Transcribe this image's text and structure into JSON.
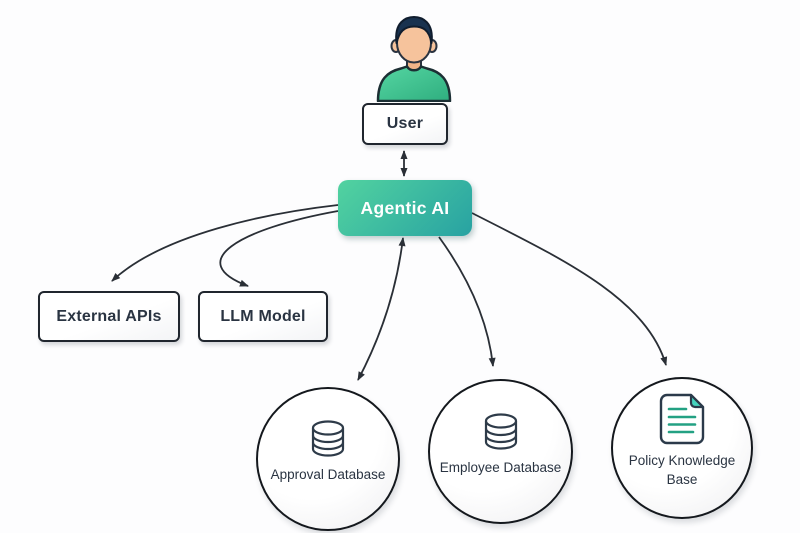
{
  "diagram": {
    "nodes": {
      "user": {
        "label": "User",
        "icon": "user-avatar-icon"
      },
      "agentic_ai": {
        "label": "Agentic AI"
      },
      "external_apis": {
        "label": "External APIs"
      },
      "llm_model": {
        "label": "LLM Model"
      },
      "approval_db": {
        "label": "Approval Database",
        "icon": "database-icon"
      },
      "employee_db": {
        "label": "Employee Database",
        "icon": "database-icon"
      },
      "policy_kb": {
        "label": "Policy Knowledge Base",
        "icon": "document-icon"
      }
    },
    "edges": [
      {
        "from": "User",
        "to": "Agentic AI",
        "direction": "bidirectional"
      },
      {
        "from": "Agentic AI",
        "to": "External APIs",
        "direction": "one-way"
      },
      {
        "from": "Agentic AI",
        "to": "LLM Model",
        "direction": "one-way"
      },
      {
        "from": "Agentic AI",
        "to": "Approval Database",
        "direction": "bidirectional"
      },
      {
        "from": "Agentic AI",
        "to": "Employee Database",
        "direction": "one-way"
      },
      {
        "from": "Agentic AI",
        "to": "Policy Knowledge Base",
        "direction": "one-way"
      }
    ],
    "colors": {
      "agentic_gradient_start": "#52d3a0",
      "agentic_gradient_end": "#28a2a2",
      "node_border": "#20262e",
      "circle_border": "#14181d",
      "edge": "#2a2f36",
      "icon_teal": "#2bb197",
      "icon_teal_fill": "#45d3bd",
      "label_text": "#2a3442",
      "background": "#fdfdfe"
    }
  }
}
